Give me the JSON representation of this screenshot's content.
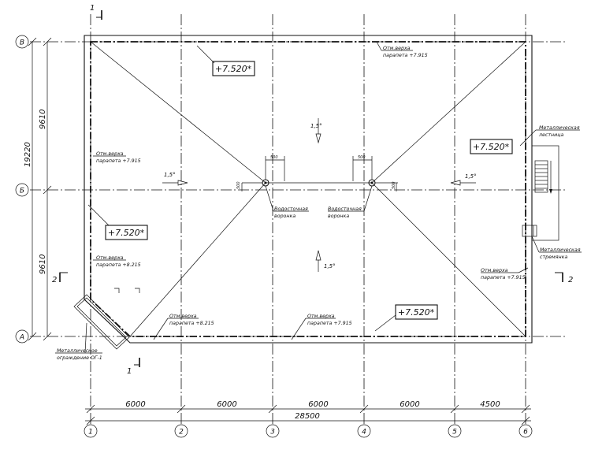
{
  "axes": {
    "rows": [
      "В",
      "Б",
      "А"
    ],
    "columns": [
      "1",
      "2",
      "3",
      "4",
      "5",
      "6"
    ]
  },
  "dimensions": {
    "bottom_spans": [
      "6000",
      "6000",
      "6000",
      "6000",
      "4500"
    ],
    "bottom_total": "28500",
    "left_spans": [
      "9610",
      "9610"
    ],
    "left_total": "19220",
    "funnel_offset_1": "500",
    "funnel_offset_2": "500",
    "funnel_vert_1": "500",
    "funnel_vert_2": "500"
  },
  "elevations": {
    "top_center": "+7.520*",
    "right": "+7.520*",
    "left": "+7.520*",
    "bottom_right": "+7.520*"
  },
  "slopes": {
    "top": "1,5°",
    "bottom": "1,5°",
    "left": "1,5°",
    "right": "1,5°"
  },
  "notes": {
    "parapet_top_right": [
      "Отм.верха",
      "парапета +7.915"
    ],
    "parapet_left_upper": [
      "Отм.верха",
      "парапета +7.915"
    ],
    "parapet_left_lower": [
      "Отм.верха",
      "парапета +8.215"
    ],
    "parapet_bottom_left": [
      "Отм.верха",
      "парапета +8.215"
    ],
    "parapet_bottom_center": [
      "Отм.верха",
      "парапета +7.915"
    ],
    "parapet_right": [
      "Отм.верха",
      "парапета +7.915"
    ],
    "funnel_left": [
      "Водосточная",
      "воронка"
    ],
    "funnel_right": [
      "Водосточная",
      "воронка"
    ],
    "stair": [
      "Металлическая",
      "лестница"
    ],
    "ladder": [
      "Металлическая",
      "стремянка"
    ],
    "fence": [
      "Металлическое",
      "ограждение ОГ-1"
    ]
  },
  "sections": {
    "top": "1",
    "bottom": "1",
    "left": "2",
    "right": "2"
  }
}
